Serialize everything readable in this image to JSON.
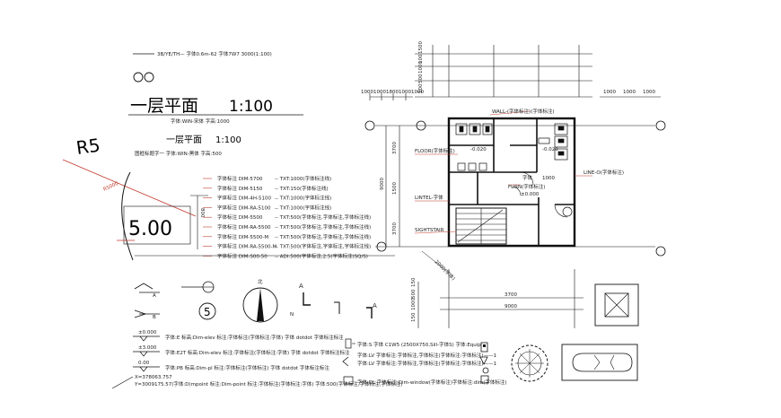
{
  "title_block": {
    "header_row": "3B/YE/TH— 字体0.6m-62 字体7W7 3000(1:100)",
    "plan_title": "一层平面",
    "plan_scale": "1:100",
    "plan_font_note": "字体:WIN-宋体 字高:1000",
    "sub_title": "一层平面",
    "sub_scale": "1:100",
    "sub_note": "图框标题字一 字体:WIN-黑体 字高:500"
  },
  "radius_callout": {
    "label": "R5",
    "arc_label": "R5000",
    "value": "5.00",
    "dim_v": "800"
  },
  "legend_rows": [
    {
      "code": "DIM-5700",
      "desc": "--  TXT:1000(字体标注线)"
    },
    {
      "code": "DIM-5150",
      "desc": "--  TXT:150(字体标注线)"
    },
    {
      "code": "DIM-4H-5100",
      "desc": "--  TXT:1000(字体标注线)"
    },
    {
      "code": "DIM-RA-5100",
      "desc": "--  TXT:1000(字体标注线)"
    },
    {
      "code": "DIM-5500",
      "desc": "--  TXT:500(字体标注,字体标注,字体标注线)"
    },
    {
      "code": "DIM-RA-5500",
      "desc": "--  TXT:500(字体标注,字体标注,字体标注线)"
    },
    {
      "code": "DIM-5500-M",
      "desc": "--  TXT:500(字体标注,字体标注,字体标注线)"
    },
    {
      "code": "DIM-RA-5500-M",
      "desc": "--  TXT:500(字体标注,字体标注,字体标注线)"
    },
    {
      "code": "DIM-S00-50",
      "desc": "--  ADI:500(字体标注,2.5(字体标注)SQ/S)"
    }
  ],
  "symbols": {
    "north": "北",
    "north_n": "N",
    "grid_bubble_A": "A",
    "grid_bubble_B": "B",
    "number_5": "5",
    "section_A": "A",
    "section_A2": "A"
  },
  "elevations": [
    {
      "value": "±0.000",
      "note": "字体:E  标高:Dim-elev  标注:字体标注(字体标注:字体) 字体 dotdot 字体标注标注"
    },
    {
      "value": "±3.000",
      "note": "字体:E2T  标高:Dim-elev  标注:字体标注(字体标注:字体) 字体 dotdot 字体标注标注"
    },
    {
      "value": "0.00",
      "note": "字体:PB  标高:Dim-pl  标注:字体标注(字体标注) 字体 dotdot 字体标注标注"
    }
  ],
  "coords": {
    "x": "X=378063.757",
    "y": "Y=3009175.57(字体:D(mpoint  标注:Dim-point  标注:字体标注(字体标注:字体) 字体:500(字体标注,字体标注,字体标注)"
  },
  "window_legend": {
    "line1": "字体:S  字体 C1W5 (2500X750,Sill-字体S) 字体:Equip",
    "line2": "字体:LV  字体标注:字体标注,字体标注(字体标注:字体标注)——1",
    "line3": "字体:LV  字体标注:字体标注,字体标注(字体标注:字体标注)——1",
    "line4": "字体:DL  字体标注:Dim-window(字体标注)字体标注:dim(字体标注)"
  },
  "plan": {
    "dims_top": [
      "1000",
      "1000",
      "1800",
      "1000",
      "1000"
    ],
    "dims_left_vert": [
      "100",
      "500",
      "1000",
      "100",
      "1500"
    ],
    "dim_total_h": "9000",
    "dim_left_parts": [
      "3700",
      "1500",
      "3700"
    ],
    "dims_right": [
      "1000",
      "1000",
      "1000"
    ],
    "dims_bottom": [
      "3700",
      "9000"
    ],
    "dims_bottom_vert": [
      "150",
      "500",
      "1000",
      "150"
    ],
    "labels": {
      "wall": "WALL-(字体标注)(字体标注)",
      "floor": "FLOOR(字体标注)",
      "lintel": "LINTEL-字体",
      "stair": "SIGHTSTAIR",
      "line_o": "LINE-O(字体标注)",
      "furniture": "FURN(字体标注)",
      "room_a": "字体",
      "elev_a": "-0.020",
      "elev_b": "-0.020",
      "elev_c": "±0.000",
      "dim_corner": "1000",
      "corner_dim": "2000(字体)"
    }
  }
}
